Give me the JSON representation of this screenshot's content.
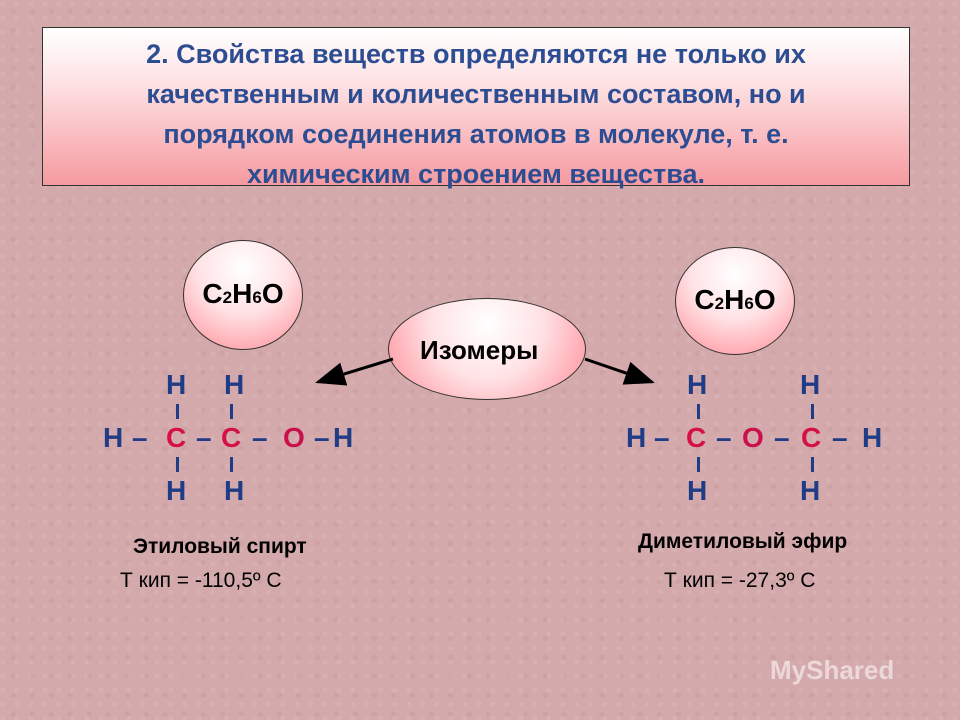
{
  "title": "2. Свойства веществ определяются не только их\nкачественным и количественным составом, но и\nпорядком соединения атомов в молекуле, т. е.\nхимическим строением вещества.",
  "isomers_label": "Изомеры",
  "left": {
    "formula": {
      "c": "C",
      "c_sub": "2",
      "h": "H",
      "h_sub": "6",
      "o": "O"
    },
    "name": "Этиловый спирт",
    "bp": "Т кип = -110,5º С"
  },
  "right": {
    "formula": {
      "c": "C",
      "c_sub": "2",
      "h": "H",
      "h_sub": "6",
      "o": "O"
    },
    "name": "Диметиловый эфир",
    "bp": "Т кип = -27,3º С"
  },
  "atoms": {
    "H": "Н",
    "C": "С",
    "O": "О",
    "dash": "–"
  },
  "watermark": "MyShared",
  "colors": {
    "title_text": "#2c4d92",
    "hydrogen": "#1f3d86",
    "carbon": "#d41045",
    "oxygen": "#c8114a"
  }
}
